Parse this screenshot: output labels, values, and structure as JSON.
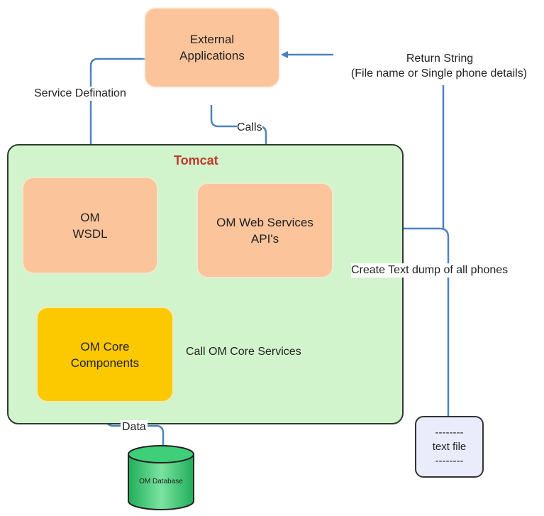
{
  "nodes": {
    "external_app": {
      "line1": "External",
      "line2": "Applications"
    },
    "tomcat": {
      "title": "Tomcat"
    },
    "om_wsdl": {
      "line1": "OM",
      "line2": "WSDL"
    },
    "om_ws_api": {
      "line1": "OM Web Services",
      "line2": "API's"
    },
    "om_core": {
      "line1": "OM Core",
      "line2": "Components"
    },
    "om_database": {
      "label": "OM Database"
    },
    "text_file": {
      "top": "--------",
      "label": "text file",
      "bottom": "--------"
    }
  },
  "edges": {
    "service_definition": "Service Defination",
    "calls": "Calls",
    "return_string_1": "Return String",
    "return_string_2": "(File name or Single phone details)",
    "create_text_dump": "Create Text dump of all phones",
    "call_om_core": "Call OM Core Services",
    "data": "Data"
  },
  "colors": {
    "connector": "#4f81bd",
    "salmon_box": "#fbc49b",
    "yellow_box": "#fcc800",
    "tomcat_bg": "#d2f4cc",
    "tomcat_title": "#c0392b",
    "database": "#2ecc71",
    "text_file_bg": "#eaecfb"
  }
}
